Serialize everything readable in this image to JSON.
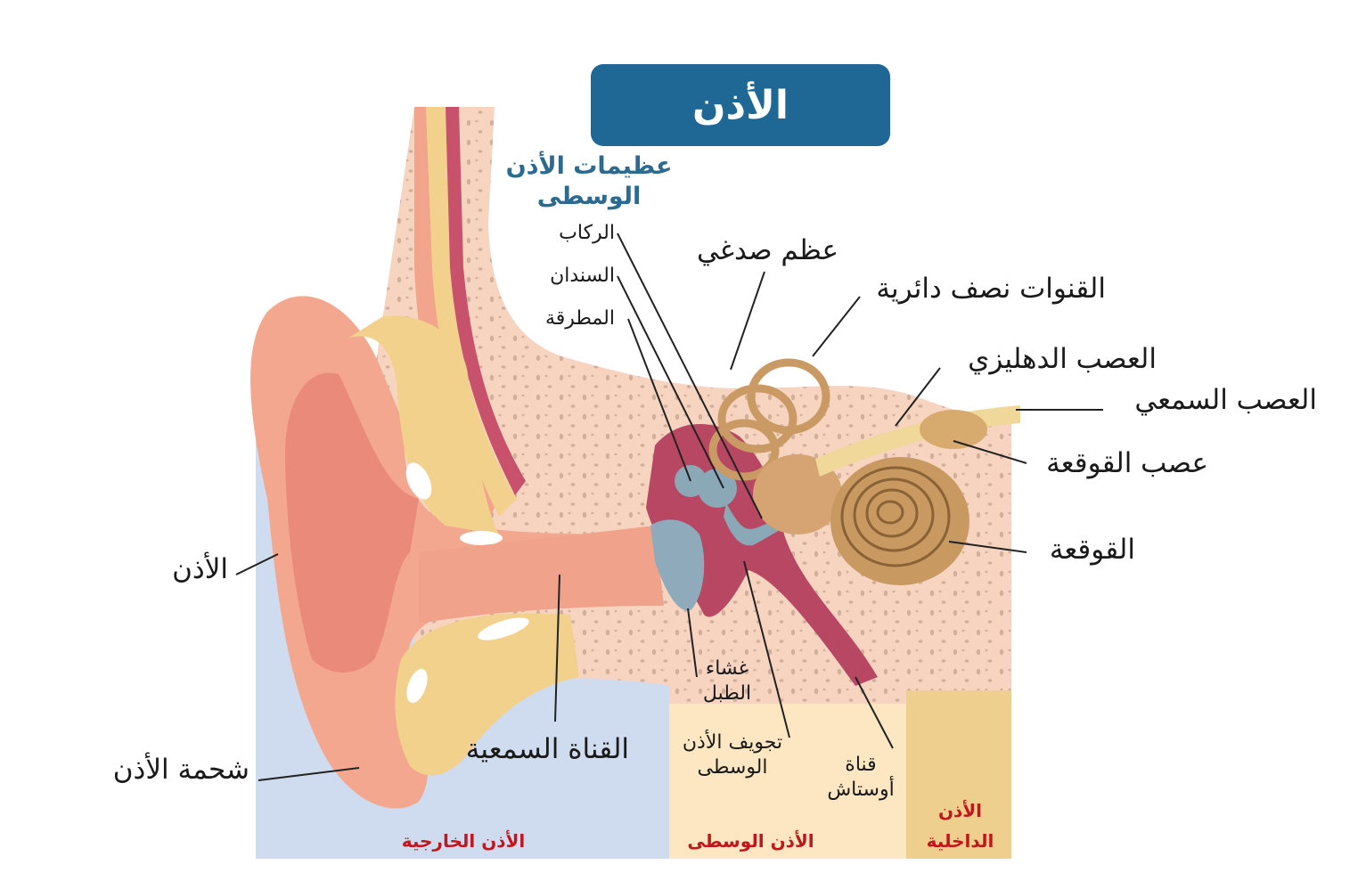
{
  "title": "الأذن",
  "colors": {
    "title_bg": "#1f6896",
    "ossicle_heading": "#2c6a90",
    "zone_label": "#c0161c",
    "outer_zone": "#cfdbef",
    "middle_zone": "#fde7c2",
    "inner_zone": "#efcf8e",
    "skin": "#f4a48a",
    "bone": "#f5d2bc",
    "cartilage": "#f2d18c",
    "cavity": "#b84763",
    "ossicles": "#8aa8b6",
    "cochlea": "#c79a63"
  },
  "labels": {
    "ossicles_heading": "عظيمات الأذن الوسطى",
    "stapes": "الركاب",
    "incus": "السندان",
    "malleus": "المطرقة",
    "temporal_bone": "عظم صدغي",
    "semicircular_canals": "القنوات نصف دائرية",
    "vestibular_nerve": "العصب الدهليزي",
    "auditory_nerve": "العصب السمعي",
    "cochlear_nerve": "عصب القوقعة",
    "cochlea": "القوقعة",
    "ear": "الأذن",
    "earlobe": "شحمة الأذن",
    "ear_canal": "القناة السمعية",
    "eardrum": "غشاء الطبل",
    "middle_ear_cavity": "تجويف الأذن الوسطى",
    "eustachian_tube": "قناة أوستاش"
  },
  "zones": {
    "outer": "الأذن الخارجية",
    "middle": "الأذن الوسطى",
    "inner": "الأذن الداخلية"
  }
}
